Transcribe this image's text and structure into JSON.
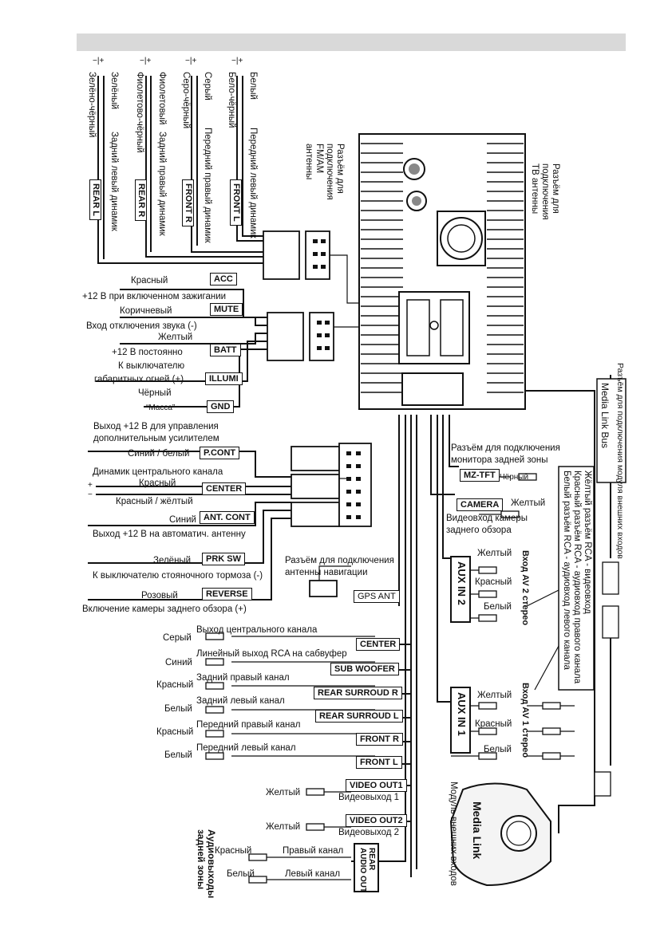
{
  "speakers": [
    {
      "tag": "FRONT L",
      "desc": "Передний левый динамик",
      "wire1": "Белый",
      "wire2": "Бело-чёрный"
    },
    {
      "tag": "FRONT R",
      "desc": "Передний правый динамик",
      "wire1": "Серый",
      "wire2": "Серо-чёрный"
    },
    {
      "tag": "REAR R",
      "desc": "Задний правый динамик",
      "wire1": "Фиолетовый",
      "wire2": "Фиолетово-чёрный"
    },
    {
      "tag": "REAR L",
      "desc": "Задний левый динамик",
      "wire1": "Зелёный",
      "wire2": "Зелёно-чёрный"
    }
  ],
  "polarity": {
    "minus": "−",
    "plus": "+"
  },
  "antenna": {
    "fm": "Разъём для подключения FM/AM антенны",
    "tv": "Разъём для подключения ТВ антенны"
  },
  "power": [
    {
      "tag": "ACC",
      "wire": "Красный",
      "desc": "+12 В при включенном зажигании"
    },
    {
      "tag": "MUTE",
      "wire": "Коричневый",
      "desc": "Вход отключения звука (-)"
    },
    {
      "tag": "BATT",
      "wire": "Желтый",
      "desc": "+12 В постоянно"
    },
    {
      "tag": "ILLUMI",
      "wire": "К выключателю",
      "desc": "габаритных огней (+)"
    },
    {
      "tag": "GND",
      "wire": "Чёрный",
      "desc": "“Масса”"
    }
  ],
  "controls": {
    "pcont": {
      "tag": "P.CONT",
      "line1": "Выход +12 В для управления",
      "line2": "дополнительным усилителем",
      "wire": "Синий / белый"
    },
    "center": {
      "tag": "CENTER",
      "title": "Динамик центрального канала",
      "wire1": "Красный",
      "wire2": "Красный / жёлтый"
    },
    "antcont": {
      "tag": "ANT. CONT",
      "wire": "Синий",
      "desc": "Выход +12 В на автоматич. антенну"
    },
    "prksw": {
      "tag": "PRK SW",
      "wire": "Зелёный",
      "desc": "К выключателю стояночного тормоза (-)"
    },
    "reverse": {
      "tag": "REVERSE",
      "wire": "Розовый",
      "desc": "Включение камеры заднего обзора (+)"
    }
  },
  "gps": {
    "tag": "GPS ANT",
    "line1": "Разъём для подключения",
    "line2": "антенны навигации"
  },
  "outputs": [
    {
      "tag": "CENTER",
      "color": "Серый",
      "desc": "Выход центрального канала"
    },
    {
      "tag": "SUB WOOFER",
      "color": "Синий",
      "desc": "Линейный выход RCA на сабвуфер"
    },
    {
      "tag": "REAR SURROUD R",
      "color": "Красный",
      "desc": "Задний правый канал"
    },
    {
      "tag": "REAR SURROUD L",
      "color": "Белый",
      "desc": "Задний левый канал"
    },
    {
      "tag": "FRONT R",
      "color": "Красный",
      "desc": "Передний правый канал"
    },
    {
      "tag": "FRONT L",
      "color": "Белый",
      "desc": "Передний левый канал"
    }
  ],
  "video": [
    {
      "tag": "VIDEO OUT1",
      "color": "Желтый",
      "desc": "Видеовыход 1"
    },
    {
      "tag": "VIDEO OUT2",
      "color": "Желтый",
      "desc": "Видеовыход 2"
    }
  ],
  "rearaudio": {
    "tag1": "REAR",
    "tag2": "AUDIO OUT",
    "red": "Красный",
    "right": "Правый канал",
    "white": "Белый",
    "left": "Левый канал",
    "side1": "Аудиовыходы",
    "side2": "задней зоны"
  },
  "monitor": {
    "tag": "MZ-TFT",
    "line1": "Разъём для подключения",
    "line2": "монитора задней зоны",
    "wire": "Чёрный"
  },
  "camera": {
    "tag": "CAMERA",
    "wire": "Желтый",
    "line1": "Видеовход камеры",
    "line2": "заднего обзора"
  },
  "aux2": {
    "tag": "AUX IN 2",
    "y": "Желтый",
    "r": "Красный",
    "w": "Белый",
    "side": "Вход AV 2 стерео"
  },
  "aux1": {
    "tag": "AUX IN 1",
    "y": "Желтый",
    "r": "Красный",
    "w": "Белый",
    "side": "Вход AV 1 стерео"
  },
  "medialink": {
    "bus": "Media Link Bus",
    "note1": "Жёлтый разъём RCA  - видеовход",
    "note2": "Красный разъём RCA - аудиовход правого канала",
    "note3": "Белый разъём RCA   - аудиовход левого канала",
    "side": "Разъём для подключения модуля внешних входов",
    "name": "Media Link",
    "module": "Модуль внешних входов"
  }
}
